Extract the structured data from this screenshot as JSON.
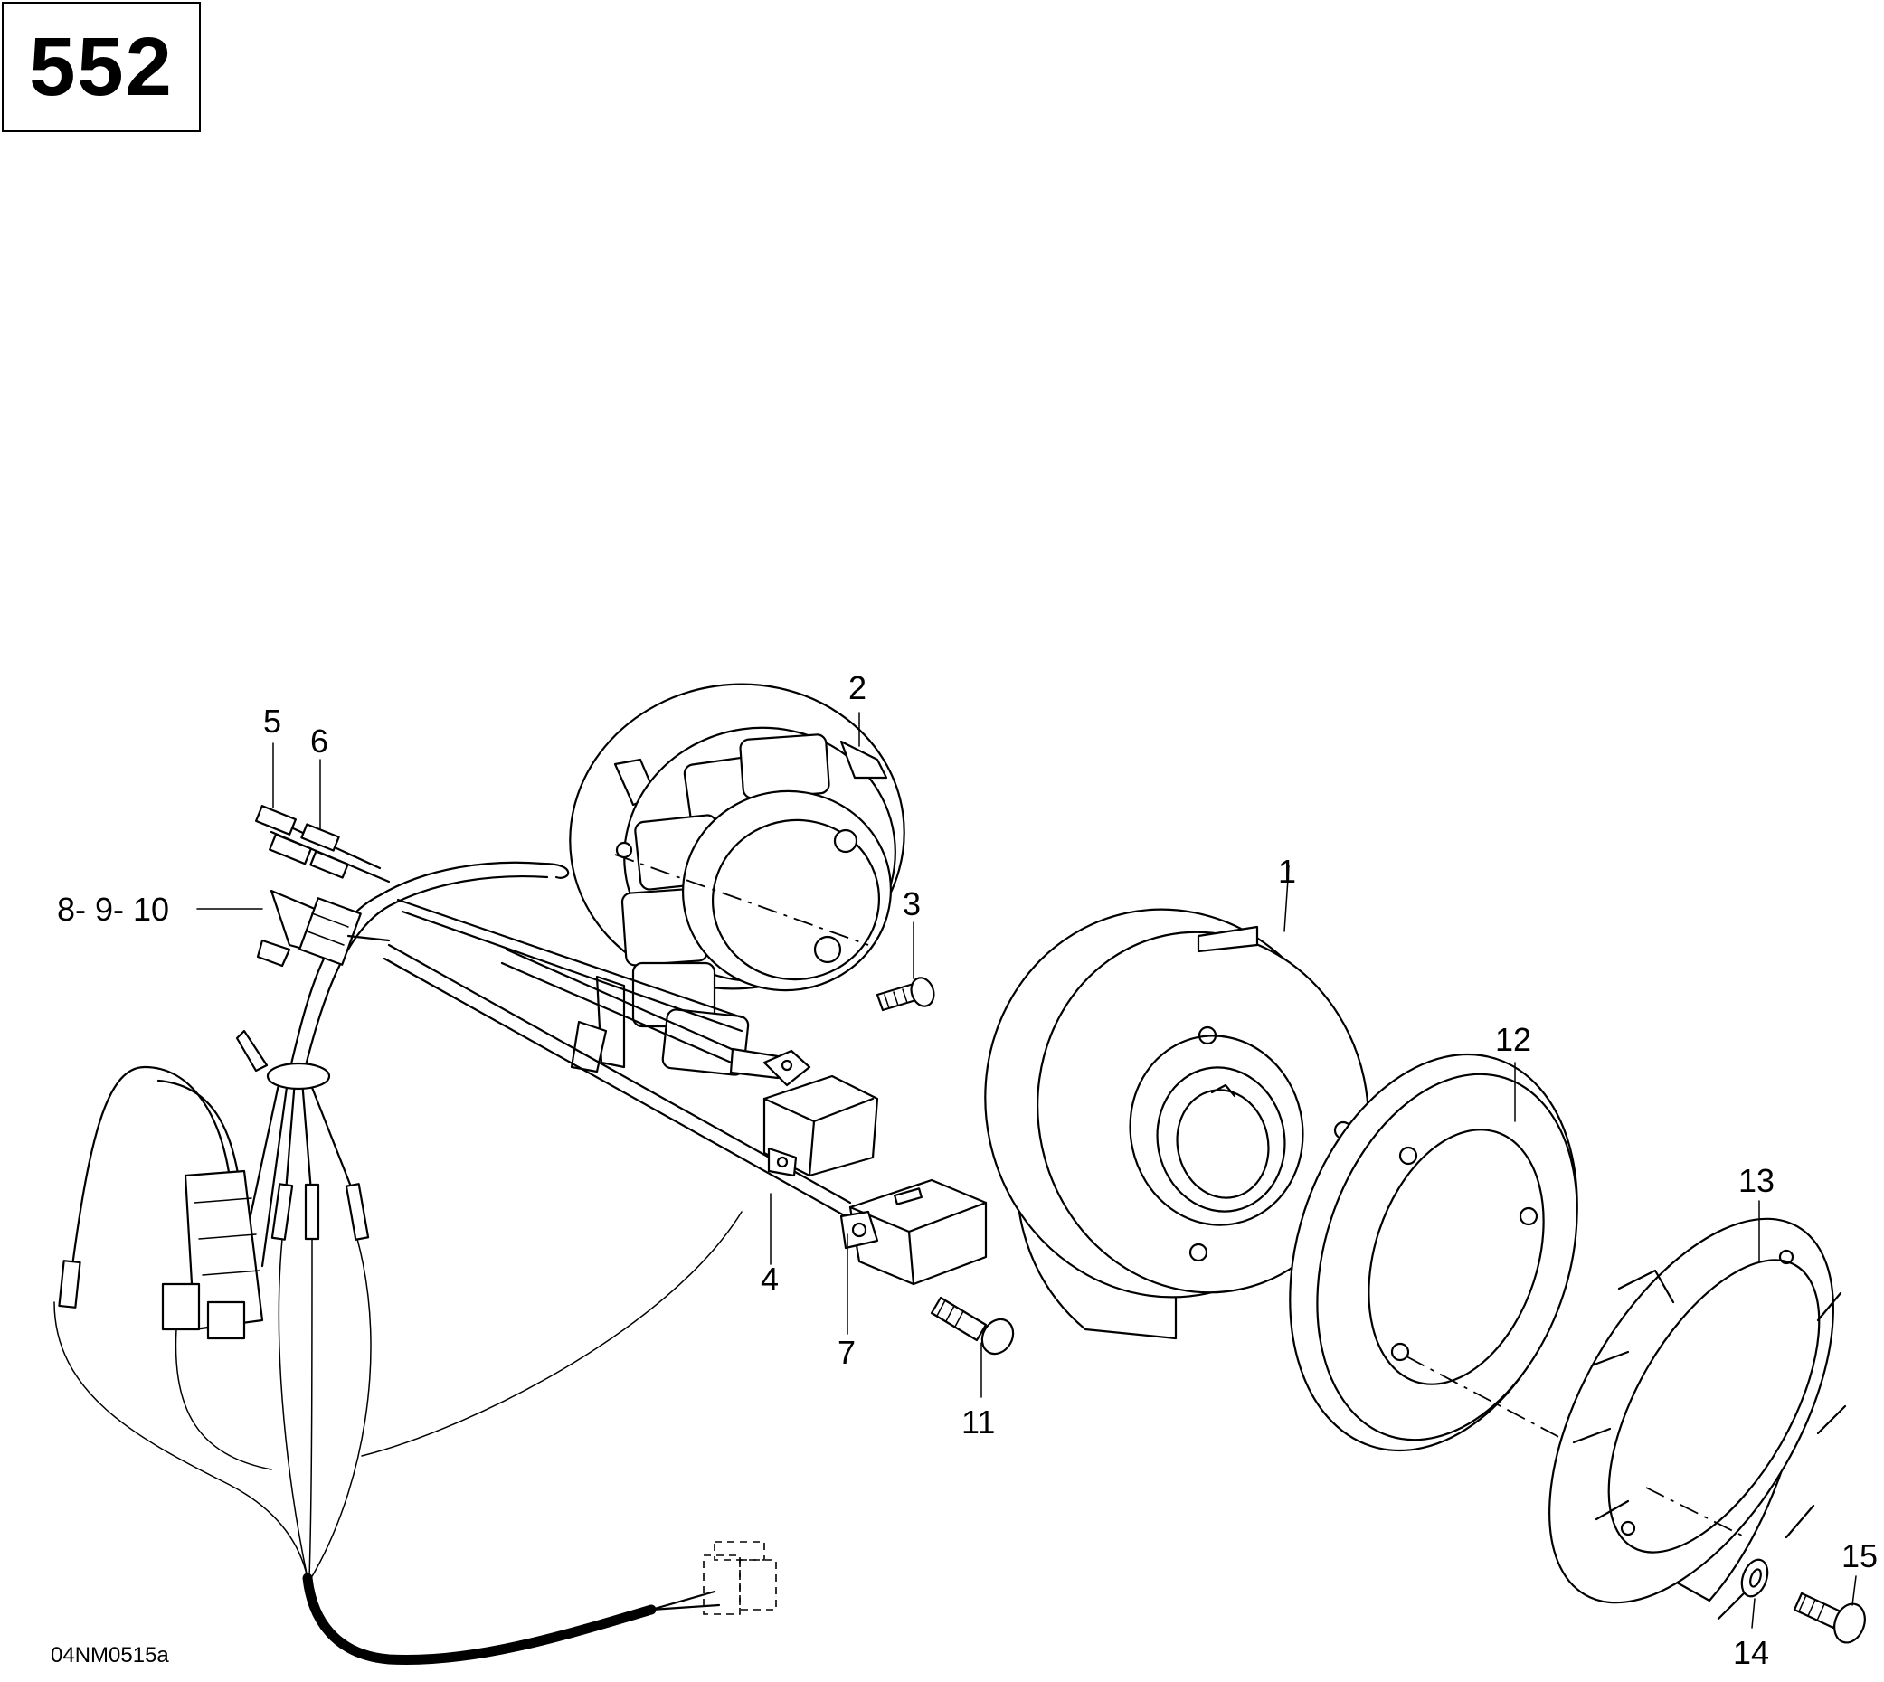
{
  "page_number": "552",
  "figure_code": "04NM0515a",
  "callouts": {
    "c1": "1",
    "c2": "2",
    "c3": "3",
    "c4": "4",
    "c5": "5",
    "c6": "6",
    "c7": "7",
    "c8910": "8- 9- 10",
    "c11": "11",
    "c12": "12",
    "c13": "13",
    "c14": "14",
    "c15": "15"
  }
}
